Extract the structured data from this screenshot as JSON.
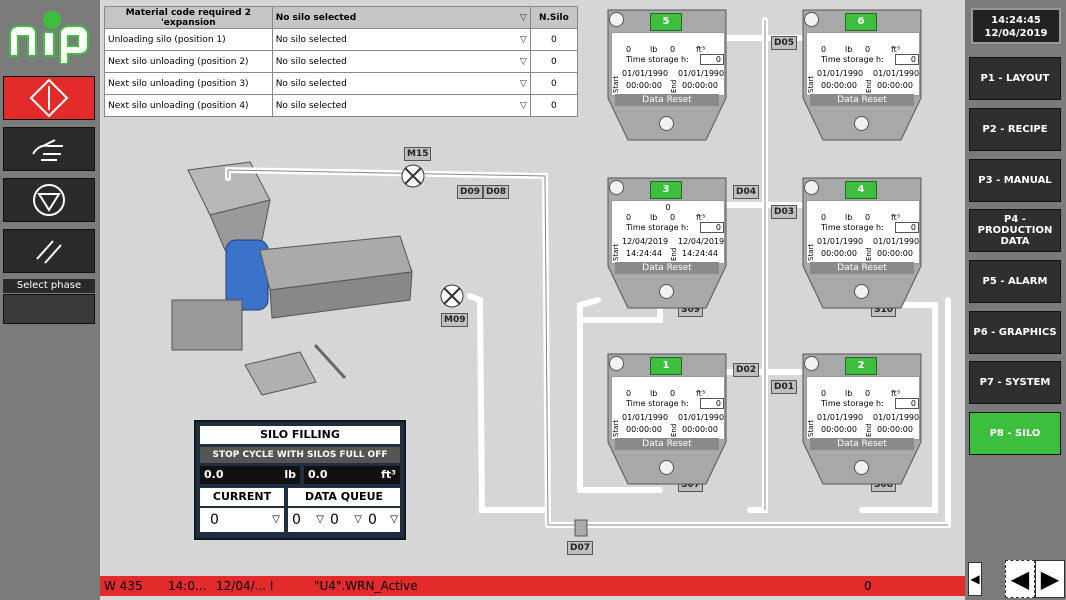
{
  "clock": {
    "time": "14:24:45",
    "date": "12/04/2019"
  },
  "left_panel": {
    "select_phase": "Select phase"
  },
  "nav": [
    {
      "label": "P1 - LAYOUT",
      "active": false
    },
    {
      "label": "P2 - RECIPE",
      "active": false
    },
    {
      "label": "P3 - MANUAL",
      "active": false
    },
    {
      "label": "P4 - PRODUCTION DATA",
      "active": false
    },
    {
      "label": "P5 - ALARM",
      "active": false
    },
    {
      "label": "P6 - GRAPHICS",
      "active": false
    },
    {
      "label": "P7 - SYSTEM",
      "active": false
    },
    {
      "label": "P8 - SILO",
      "active": true
    }
  ],
  "table": {
    "header": {
      "col1": "Material code required 2 'expansion",
      "col2": "No silo selected",
      "col3": "N.Silo"
    },
    "rows": [
      {
        "label": "Unloading silo (position 1)",
        "value": "No silo selected",
        "n": "0"
      },
      {
        "label": "Next silo unloading (position 2)",
        "value": "No silo selected",
        "n": "0"
      },
      {
        "label": "Next silo unloading (position 3)",
        "value": "No silo selected",
        "n": "0"
      },
      {
        "label": "Next silo unloading (position 4)",
        "value": "No silo selected",
        "n": "0"
      }
    ]
  },
  "silos": {
    "s5": {
      "num": "5",
      "top": "",
      "v1": "0",
      "u1": "lb",
      "v2": "0",
      "u2": "ft³",
      "ts_label": "Time storage h:",
      "ts": "0",
      "start_date": "01/01/1990",
      "start_time": "00:00:00",
      "end_date": "01/01/1990",
      "end_time": "00:00:00",
      "reset": "Data Reset",
      "start": "Start",
      "end": "End"
    },
    "s6": {
      "num": "6",
      "top": "",
      "v1": "0",
      "u1": "lb",
      "v2": "0",
      "u2": "ft³",
      "ts_label": "Time storage h:",
      "ts": "0",
      "start_date": "01/01/1990",
      "start_time": "00:00:00",
      "end_date": "01/01/1990",
      "end_time": "00:00:00",
      "reset": "Data Reset",
      "start": "Start",
      "end": "End"
    },
    "s3": {
      "num": "3",
      "top": "0",
      "v1": "0",
      "u1": "lb",
      "v2": "0",
      "u2": "ft³",
      "ts_label": "Time storage h:",
      "ts": "0",
      "start_date": "12/04/2019",
      "start_time": "14:24:44",
      "end_date": "12/04/2019",
      "end_time": "14:24:44",
      "reset": "Data Reset",
      "start": "Start",
      "end": "End"
    },
    "s4": {
      "num": "4",
      "top": "",
      "v1": "0",
      "u1": "lb",
      "v2": "0",
      "u2": "ft³",
      "ts_label": "Time storage h:",
      "ts": "0",
      "start_date": "01/01/1990",
      "start_time": "00:00:00",
      "end_date": "01/01/1990",
      "end_time": "00:00:00",
      "reset": "Data Reset",
      "start": "Start",
      "end": "End"
    },
    "s1": {
      "num": "1",
      "top": "",
      "v1": "0",
      "u1": "lb",
      "v2": "0",
      "u2": "ft³",
      "ts_label": "Time storage h:",
      "ts": "0",
      "start_date": "01/01/1990",
      "start_time": "00:00:00",
      "end_date": "01/01/1990",
      "end_time": "00:00:00",
      "reset": "Data Reset",
      "start": "Start",
      "end": "End"
    },
    "s2": {
      "num": "2",
      "top": "",
      "v1": "0",
      "u1": "lb",
      "v2": "0",
      "u2": "ft³",
      "ts_label": "Time storage h:",
      "ts": "0",
      "start_date": "01/01/1990",
      "start_time": "00:00:00",
      "end_date": "01/01/1990",
      "end_time": "00:00:00",
      "reset": "Data Reset",
      "start": "Start",
      "end": "End"
    }
  },
  "tags": {
    "M15": "M15",
    "M09": "M09",
    "D09": "D09",
    "D08": "D08",
    "D05": "D05",
    "D04": "D04",
    "D03": "D03",
    "D02": "D02",
    "D01": "D01",
    "D07": "D07",
    "S09": "S09",
    "S10": "S10",
    "S07": "S07",
    "S08": "S08"
  },
  "filling": {
    "title": "SILO FILLING",
    "stop": "STOP CYCLE WITH SILOS FULL OFF",
    "weight": "0.0",
    "weight_unit": "lb",
    "volume": "0.0",
    "volume_unit": "ft³",
    "current": "CURRENT",
    "queue": "DATA QUEUE",
    "current_val": "0",
    "q1": "0",
    "q2": "0",
    "q3": "0"
  },
  "status": {
    "code": "W 435",
    "time": "14:0...",
    "date": "12/04/... I",
    "msg": "\"U4\".WRN_Active",
    "count": "0"
  },
  "colors": {
    "accent_green": "#3cbf3c",
    "alarm_red": "#e32b2b"
  }
}
